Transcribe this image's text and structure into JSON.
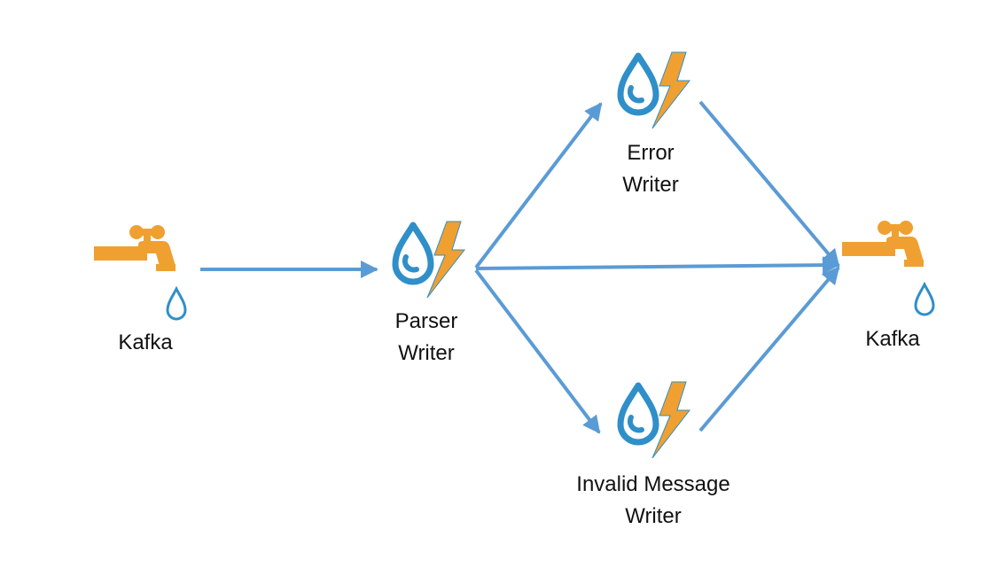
{
  "colors": {
    "arrow": "#5b9bd5",
    "faucet": "#f0a030",
    "drop": "#2f8fc9",
    "bolt": "#f0a030",
    "text": "#111111"
  },
  "nodes": {
    "kafka_source": {
      "icon": "faucet-icon",
      "label": "Kafka"
    },
    "parser_writer": {
      "icon": "stream-analytics-icon",
      "line1": "Parser",
      "line2": "Writer"
    },
    "error_writer": {
      "icon": "stream-analytics-icon",
      "line1": "Error",
      "line2": "Writer"
    },
    "invalid_writer": {
      "icon": "stream-analytics-icon",
      "line1": "Invalid Message",
      "line2": "Writer"
    },
    "kafka_sink": {
      "icon": "faucet-icon",
      "label": "Kafka"
    }
  },
  "edges": [
    {
      "from": "kafka_source",
      "to": "parser_writer"
    },
    {
      "from": "parser_writer",
      "to": "error_writer"
    },
    {
      "from": "parser_writer",
      "to": "kafka_sink"
    },
    {
      "from": "parser_writer",
      "to": "invalid_writer"
    },
    {
      "from": "error_writer",
      "to": "kafka_sink"
    },
    {
      "from": "invalid_writer",
      "to": "kafka_sink"
    }
  ]
}
